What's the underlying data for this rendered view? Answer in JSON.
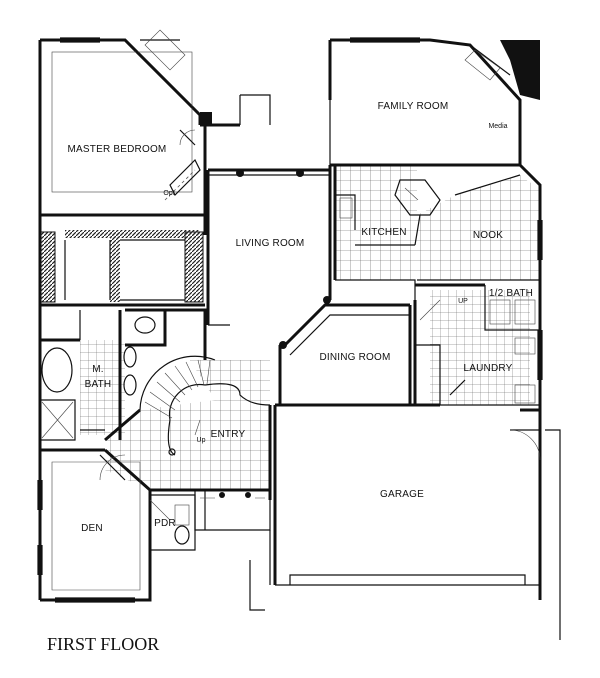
{
  "plan": {
    "title": "FIRST FLOOR",
    "rooms": {
      "master_bedroom": "MASTER BEDROOM",
      "family_room": "FAMILY ROOM",
      "living_room": "LIVING ROOM",
      "kitchen": "KITCHEN",
      "nook": "NOOK",
      "half_bath": "1/2 BATH",
      "dining_room": "DINING ROOM",
      "laundry": "LAUNDRY",
      "m_bath_1": "M.",
      "m_bath_2": "BATH",
      "entry": "ENTRY",
      "garage": "GARAGE",
      "den": "DEN",
      "pdr": "PDR"
    },
    "notes": {
      "media": "Media",
      "opt": "Opt.",
      "up_1": "UP",
      "up_2": "Up"
    }
  }
}
